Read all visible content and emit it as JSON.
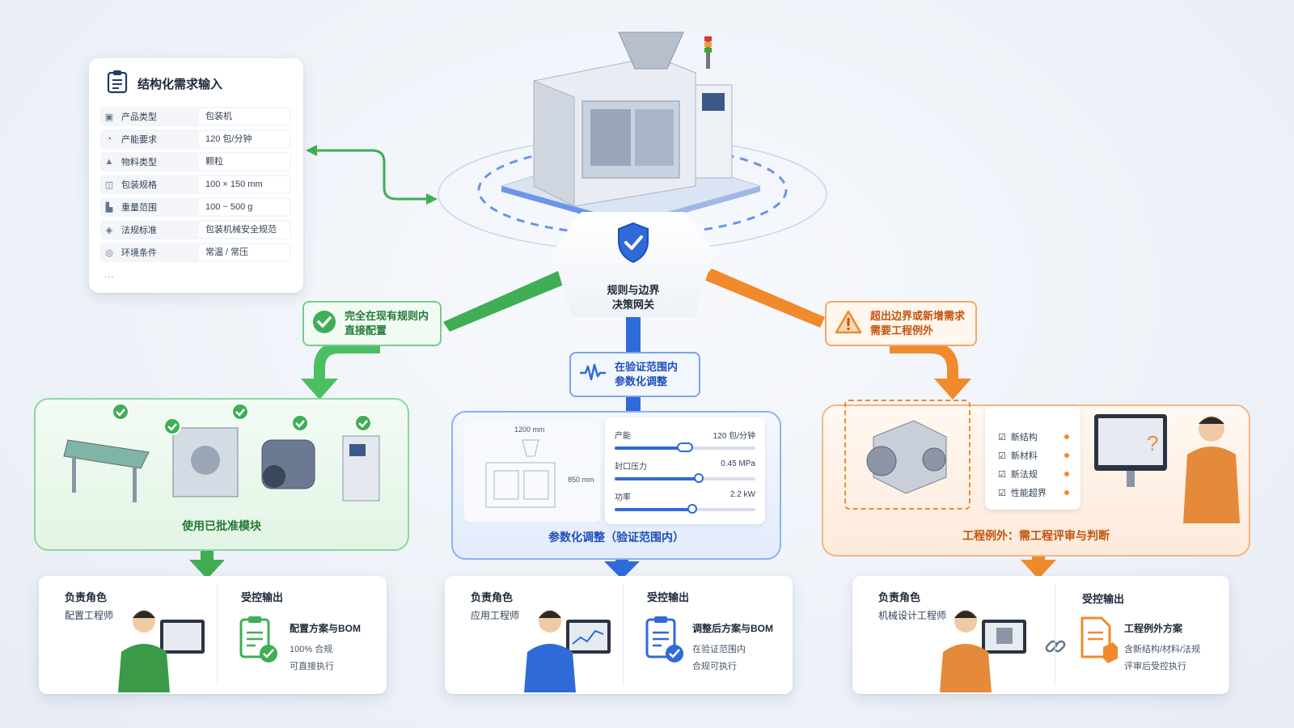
{
  "colors": {
    "green": "#3fae55",
    "blue": "#2f6ad9",
    "orange": "#f08a2c"
  },
  "input_panel": {
    "title": "结构化需求输入",
    "fields": [
      {
        "icon": "box-icon",
        "label": "产品类型",
        "value": "包装机"
      },
      {
        "icon": "gauge-icon",
        "label": "产能要求",
        "value": "120 包/分钟"
      },
      {
        "icon": "pile-icon",
        "label": "物料类型",
        "value": "颗粒"
      },
      {
        "icon": "package-icon",
        "label": "包装规格",
        "value": "100 × 150 mm"
      },
      {
        "icon": "weight-icon",
        "label": "重量范围",
        "value": "100 ~ 500 g"
      },
      {
        "icon": "shield-icon",
        "label": "法规标准",
        "value": "包装机械安全规范"
      },
      {
        "icon": "environment-icon",
        "label": "环境条件",
        "value": "常温 / 常压"
      }
    ],
    "more": "···"
  },
  "gateway": {
    "label_line1": "规则与边界",
    "label_line2": "决策网关"
  },
  "branches": {
    "green": {
      "banner_line1": "完全在现有规则内",
      "banner_line2": "直接配置",
      "platform_label": "使用已批准模块",
      "role_header": "负责角色",
      "role": "配置工程师",
      "output_header": "受控输出",
      "output_title": "配置方案与BOM",
      "output_lines": [
        "100% 合规",
        "可直接执行"
      ]
    },
    "blue": {
      "banner_line1": "在验证范围内",
      "banner_line2": "参数化调整",
      "platform_label": "参数化调整（验证范围内）",
      "dim_width": "1200 mm",
      "dim_height": "850 mm",
      "params": [
        {
          "label": "产能",
          "value": "120 包/分钟",
          "level": 0.5
        },
        {
          "label": "封口压力",
          "value": "0.45 MPa",
          "level": 0.6
        },
        {
          "label": "功率",
          "value": "2.2 kW",
          "level": 0.55
        }
      ],
      "role_header": "负责角色",
      "role": "应用工程师",
      "output_header": "受控输出",
      "output_title": "调整后方案与BOM",
      "output_lines": [
        "在验证范围内",
        "合规可执行"
      ]
    },
    "orange": {
      "banner_line1": "超出边界或新增需求",
      "banner_line2": "需要工程例外",
      "platform_label": "工程例外：需工程评审与判断",
      "checklist": [
        "新结构",
        "新材料",
        "新法规",
        "性能超界"
      ],
      "role_header": "负责角色",
      "role": "机械设计工程师",
      "output_header": "受控输出",
      "output_title": "工程例外方案",
      "output_lines": [
        "含新结构/材料/法规",
        "评审后受控执行"
      ]
    }
  }
}
